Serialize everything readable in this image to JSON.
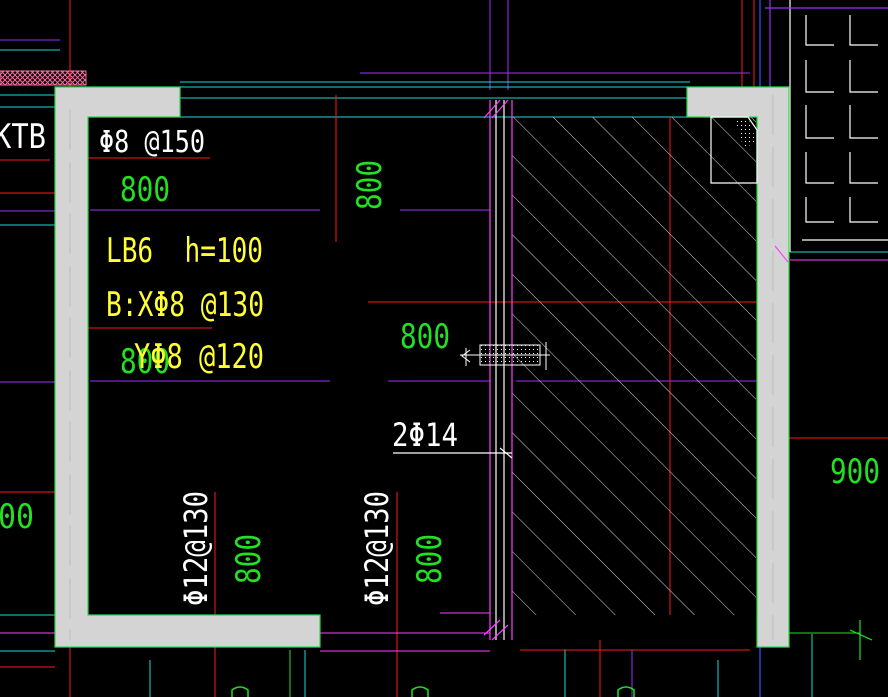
{
  "colors": {
    "background": "#000000",
    "wall_fill": "#d4d4d4",
    "wall_edge": "#2bd94a",
    "red": "#ff1a1a",
    "magenta": "#ff40ff",
    "violet": "#9b30ff",
    "cyan": "#1ad9d9",
    "yellow": "#ffff33",
    "green": "#22e022",
    "white": "#ffffff",
    "blue": "#3355ff",
    "hatch": "#d8d8d8"
  },
  "labels": {
    "top_left_tag": "KTB",
    "top_bar": "Φ8 @150",
    "dim_800_a": "800",
    "dim_800_vertical_top": "800",
    "slab_id": "LB6  h=100",
    "slab_bottom_x": "B:XΦ8 @130",
    "slab_bottom_y": "YΦ8 @120",
    "dim_800_overlap": "800",
    "dim_800_mid": "800",
    "beam_bars": "2Φ14",
    "dim_900": "900",
    "dim_00_left": "00",
    "bar_left_bottom": "Φ12@130",
    "dim_800_bottom_left": "800",
    "bar_mid_bottom": "Φ12@130",
    "dim_800_bottom_mid": "800"
  }
}
